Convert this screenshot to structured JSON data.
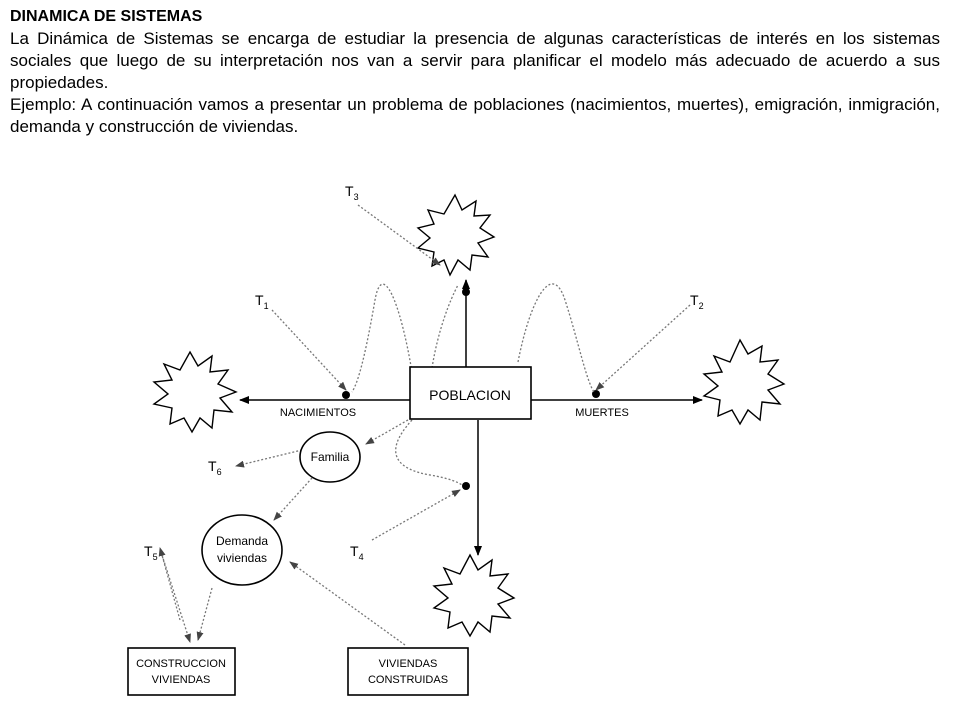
{
  "document": {
    "title": "DINAMICA DE SISTEMAS",
    "paragraphs": [
      "La Dinámica de Sistemas se encarga de estudiar la presencia de algunas características de interés en los sistemas sociales que luego de su interpretación nos van a servir para planificar el modelo más adecuado de acuerdo a sus propiedades.",
      "Ejemplo: A continuación vamos a presentar un problema de poblaciones (nacimientos, muertes), emigración, inmigración, demanda y construcción de viviendas."
    ]
  },
  "diagram": {
    "poblacion": "POBLACION",
    "nacimientos": "NACIMIENTOS",
    "muertes": "MUERTES",
    "familia": "Familia",
    "demanda_line1": "Demanda",
    "demanda_line2": "viviendas",
    "construccion_line1": "CONSTRUCCION",
    "construccion_line2": "VIVIENDAS",
    "construidas_line1": "VIVIENDAS",
    "construidas_line2": "CONSTRUIDAS",
    "t1": "T",
    "t1_sub": "1",
    "t2": "T",
    "t2_sub": "2",
    "t3": "T",
    "t3_sub": "3",
    "t4": "T",
    "t4_sub": "4",
    "t5": "T",
    "t5_sub": "5",
    "t6": "T",
    "t6_sub": "6"
  }
}
